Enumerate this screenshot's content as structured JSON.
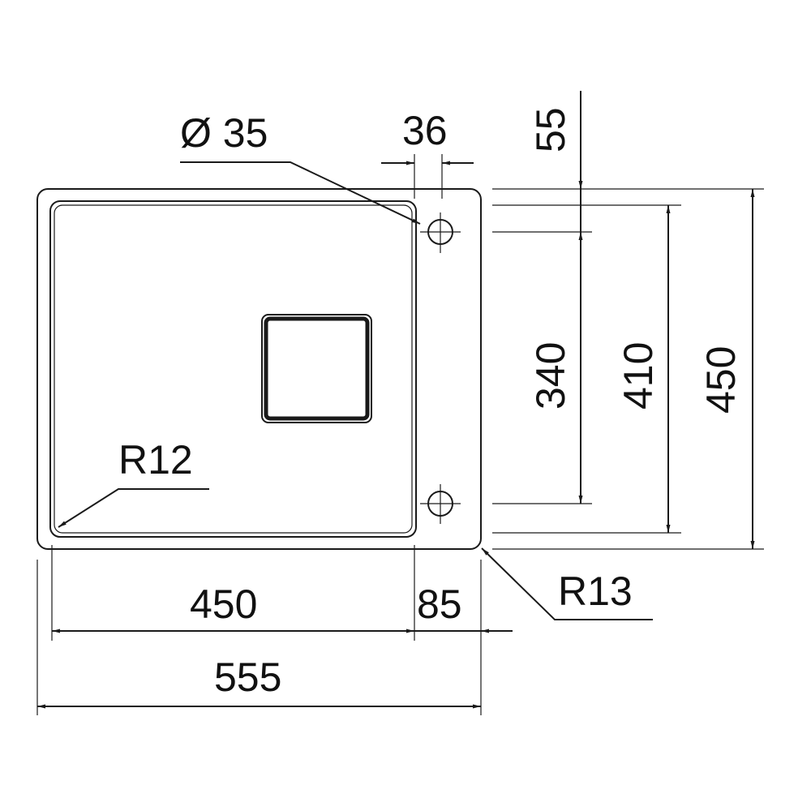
{
  "labels": {
    "hole_diameter": "Ø 35",
    "hole_spacing_top": "36",
    "top_offset": "55",
    "inner_radius": "R12",
    "outer_radius": "R13",
    "bowl_width": "450",
    "drainer_width": "85",
    "overall_width": "555",
    "hole_spacing_vertical": "340",
    "bowl_depth": "410",
    "overall_depth": "450"
  },
  "colors": {
    "line": "#1a1a1a",
    "text": "#111111",
    "background": "#ffffff"
  }
}
